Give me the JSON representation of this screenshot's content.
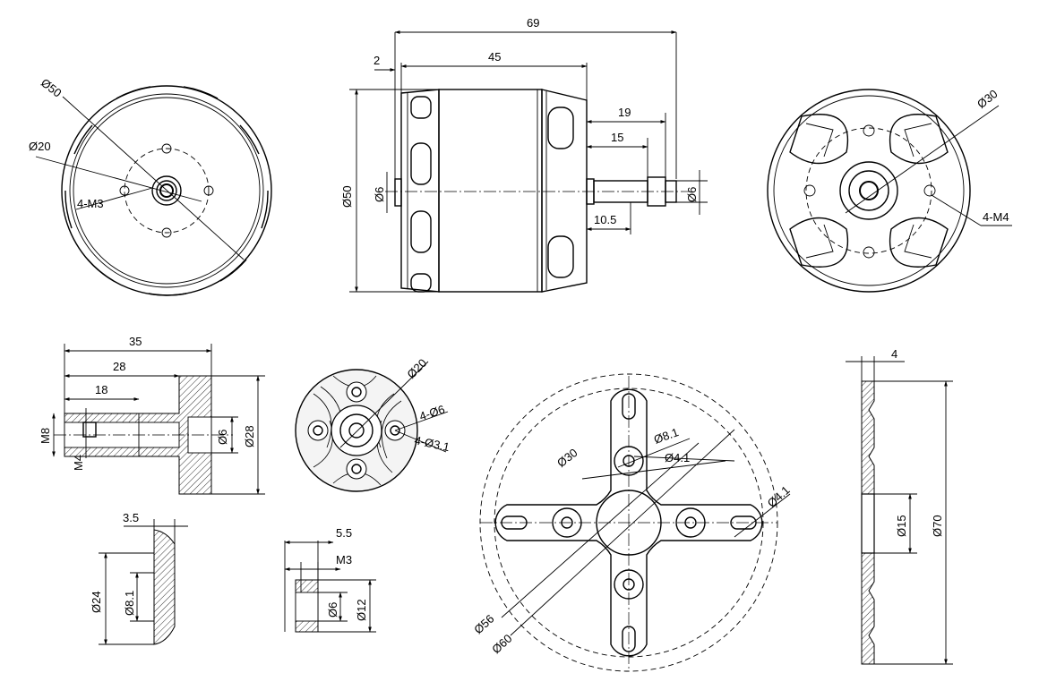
{
  "labels": {
    "top_overall_length": "69",
    "top_body_length": "45",
    "top_gap": "2",
    "top_shaft_19": "19",
    "top_shaft_15": "15",
    "top_shaft_10_5": "10.5",
    "side_body_dia": "Ø50",
    "side_shaft_dia_left": "Ø6",
    "side_shaft_dia_right": "Ø6",
    "front_outer_dia": "Ø50",
    "front_bolt_circle": "Ø20",
    "front_threads": "4-M3",
    "rear_dia": "Ø30",
    "rear_threads": "4-M4",
    "adapter_35": "35",
    "adapter_28": "28",
    "adapter_18": "18",
    "adapter_m8": "M8",
    "adapter_m4": "M4",
    "adapter_dia6": "Ø6",
    "adapter_dia28": "Ø28",
    "prop_dia20": "Ø20",
    "prop_holes6": "4-Ø6",
    "prop_holes3_1": "4-Ø3.1",
    "washer_3_5": "3.5",
    "washer_dia24": "Ø24",
    "washer_dia8_1": "Ø8.1",
    "nut_5_5": "5.5",
    "nut_m3": "M3",
    "nut_dia6": "Ø6",
    "nut_dia12": "Ø12",
    "mount_dia8_1": "Ø8.1",
    "mount_dia4_1_a": "Ø4.1",
    "mount_dia30": "Ø30",
    "mount_dia4_1_b": "Ø4.1",
    "mount_dia56": "Ø56",
    "mount_dia60": "Ø60",
    "plate_4": "4",
    "plate_dia15": "Ø15",
    "plate_dia70": "Ø70"
  }
}
